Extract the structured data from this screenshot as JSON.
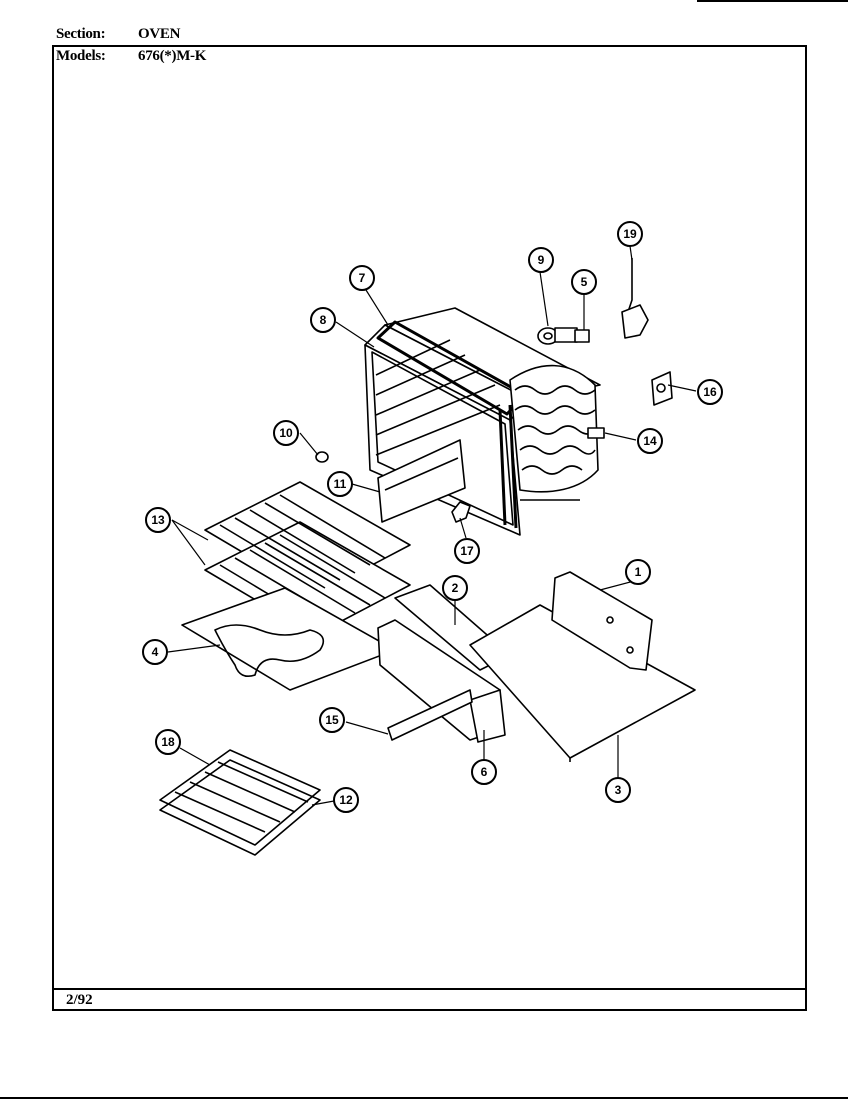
{
  "header": {
    "section_label": "Section:",
    "section_value": "OVEN",
    "models_label": "Models:",
    "models_value": "676(*)M-K"
  },
  "footer": {
    "date": "2/92"
  },
  "callouts": [
    {
      "id": "c1",
      "label": "1"
    },
    {
      "id": "c2",
      "label": "2"
    },
    {
      "id": "c3",
      "label": "3"
    },
    {
      "id": "c4",
      "label": "4"
    },
    {
      "id": "c5",
      "label": "5"
    },
    {
      "id": "c6",
      "label": "6"
    },
    {
      "id": "c7",
      "label": "7"
    },
    {
      "id": "c8",
      "label": "8"
    },
    {
      "id": "c9",
      "label": "9"
    },
    {
      "id": "c10",
      "label": "10"
    },
    {
      "id": "c11",
      "label": "11"
    },
    {
      "id": "c12",
      "label": "12"
    },
    {
      "id": "c13",
      "label": "13"
    },
    {
      "id": "c14",
      "label": "14"
    },
    {
      "id": "c15",
      "label": "15"
    },
    {
      "id": "c16",
      "label": "16"
    },
    {
      "id": "c17",
      "label": "17"
    },
    {
      "id": "c18",
      "label": "18"
    },
    {
      "id": "c19",
      "label": "19"
    }
  ]
}
